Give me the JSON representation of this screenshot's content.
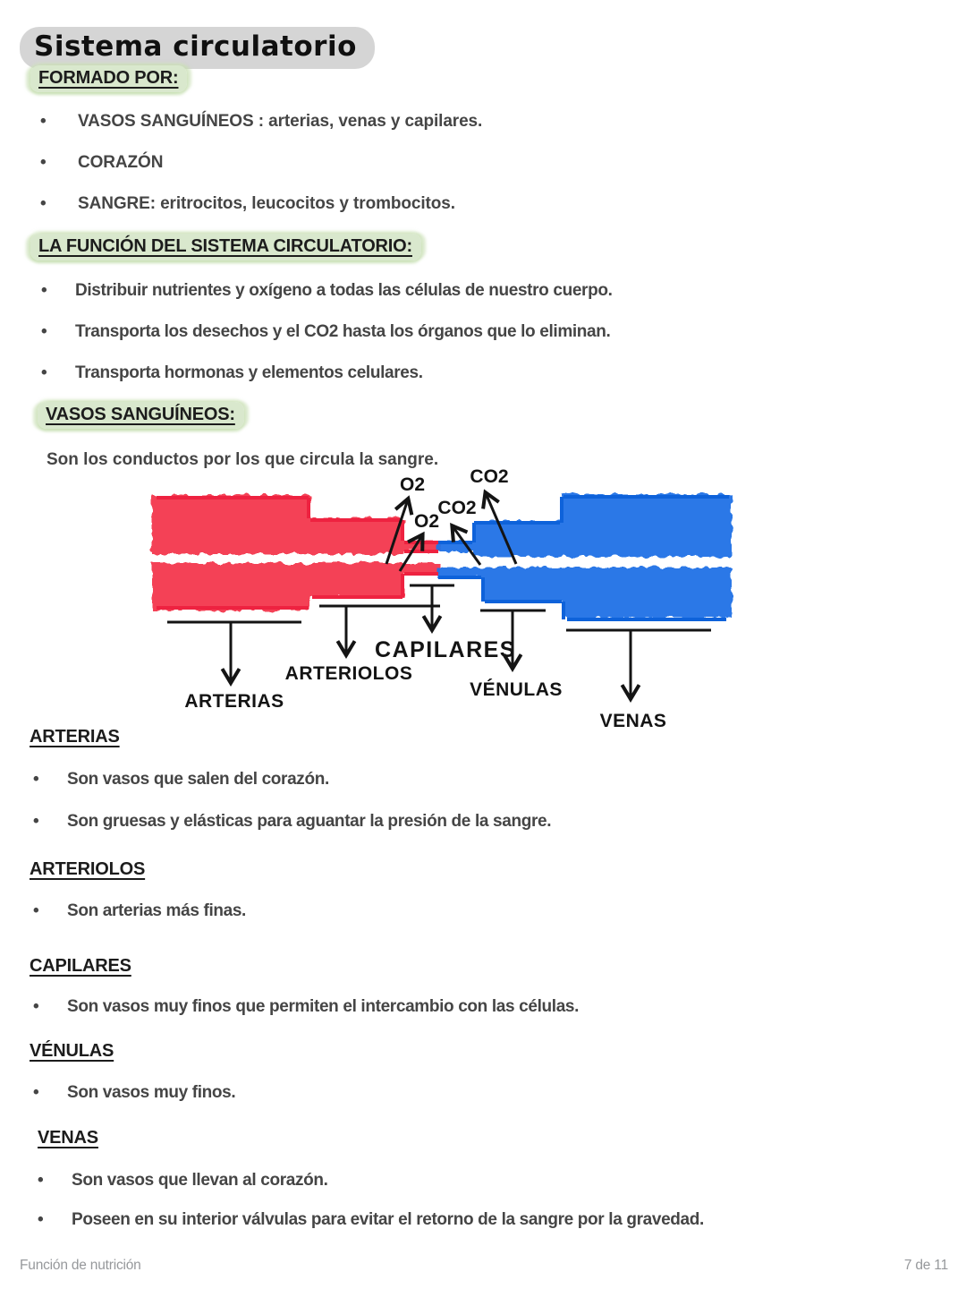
{
  "page": {
    "title": "Sistema circulatorio",
    "footer_left": "Función de nutrición",
    "footer_right": "7 de 11"
  },
  "sections": {
    "formado": {
      "heading": "FORMADO POR:",
      "bullets": [
        "VASOS SANGUÍNEOS : arterias, venas y capilares.",
        "CORAZÓN",
        "SANGRE: eritrocitos, leucocitos y trombocitos."
      ]
    },
    "funcion": {
      "heading": "LA FUNCIÓN DEL SISTEMA CIRCULATORIO:",
      "bullets": [
        "Distribuir nutrientes y oxígeno a todas las células de nuestro cuerpo.",
        "Transporta los desechos y el CO2 hasta los órganos que lo eliminan.",
        "Transporta hormonas y elementos celulares."
      ]
    },
    "vasos": {
      "heading": "VASOS SANGUÍNEOS:",
      "intro": "Son los conductos por los que circula la sangre."
    },
    "arterias": {
      "heading": "ARTERIAS",
      "bullets": [
        "Son vasos que salen del corazón.",
        "Son gruesas y elásticas para aguantar la presión de la sangre."
      ]
    },
    "arteriolos": {
      "heading": "ARTERIOLOS",
      "bullets": [
        "Son arterias más finas."
      ]
    },
    "capilares": {
      "heading": "CAPILARES",
      "bullets": [
        "Son vasos muy finos que permiten el intercambio con las células."
      ]
    },
    "venulas": {
      "heading": "VÉNULAS",
      "bullets": [
        "Son vasos muy finos."
      ]
    },
    "venas": {
      "heading": "VENAS",
      "bullets": [
        "Son vasos que llevan al corazón.",
        "Poseen en su interior válvulas para evitar el retorno de la sangre por la gravedad."
      ]
    }
  },
  "diagram": {
    "colors": {
      "artery": "#f43a4f",
      "vein": "#2174e6"
    },
    "labels": {
      "o2_upper": "O2",
      "o2_lower": "O2",
      "co2_upper": "CO2",
      "co2_lower": "CO2",
      "arterias": "ARTERIAS",
      "arteriolos": "ARTERIOLOS",
      "capilares": "CAPILARES",
      "venulas": "VÉNULAS",
      "venas": "VENAS"
    }
  }
}
